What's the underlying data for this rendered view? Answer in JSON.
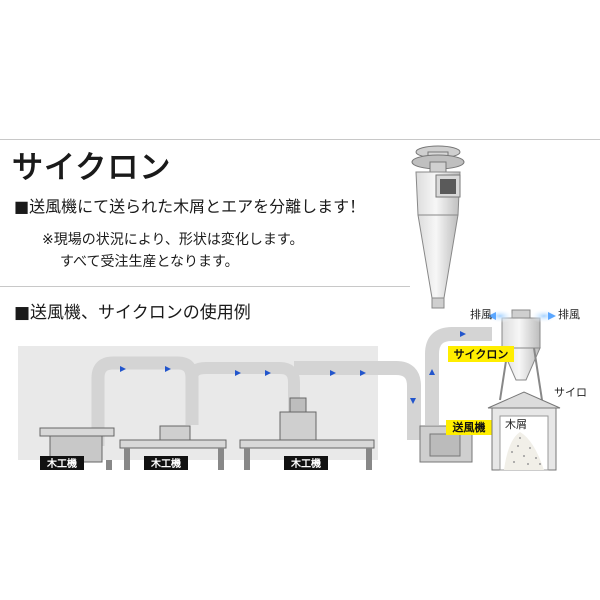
{
  "header": {
    "title": "サイクロン",
    "lead": "■送風機にて送られた木屑とエアを分離します！",
    "note_line1": "※現場の状況により、形状は変化します。",
    "note_line2": "すべて受注生産となります。"
  },
  "example": {
    "section_title": "■送風機、サイクロンの使用例"
  },
  "diagram_labels": {
    "exhaust_left": "排風",
    "exhaust_right": "排風",
    "cyclone": "サイクロン",
    "silo": "サイロ",
    "blower": "送風機",
    "wood_chips": "木屑",
    "machines": [
      "木工機",
      "木工機",
      "木工機"
    ]
  },
  "colors": {
    "cyclone_tag": "#ffee00",
    "machine_tag": "#111111",
    "exhaust_blue": "#5aa6ff",
    "duct_arrow": "#2255cc"
  }
}
